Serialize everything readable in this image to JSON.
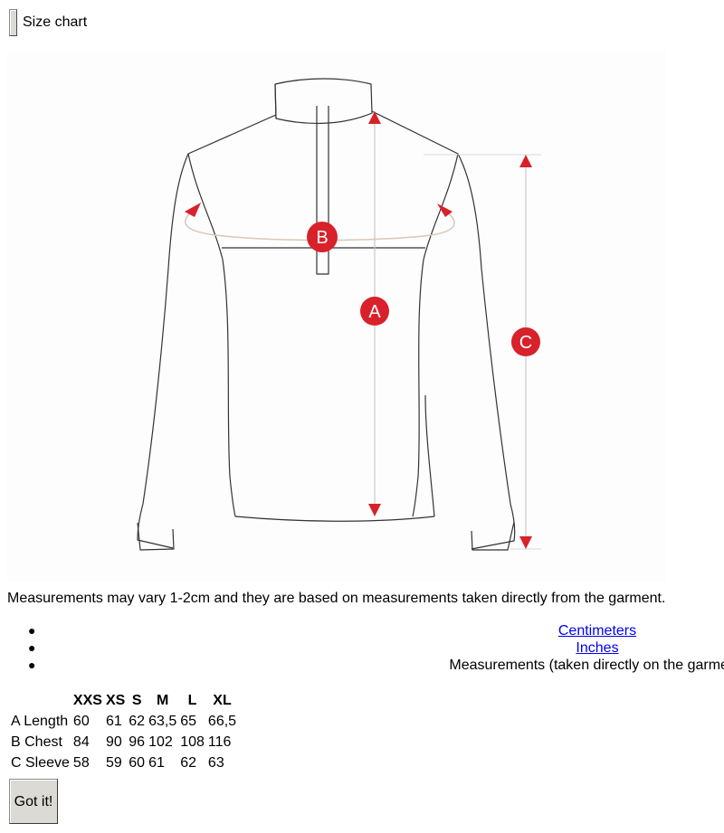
{
  "dialog": {
    "title": "Size chart",
    "close_label": "",
    "got_it_label": "Got it!"
  },
  "figure": {
    "labels": [
      "A",
      "B",
      "C"
    ],
    "accent_color": "#d8212b"
  },
  "note": "Measurements may vary 1-2cm and they are based on measurements taken directly from the garment.",
  "units": [
    {
      "label": "Centimeters",
      "link": true
    },
    {
      "label": "Inches",
      "link": true
    },
    {
      "label": "Measurements (taken directly on the garment)",
      "link": false
    }
  ],
  "size_table": {
    "headers": [
      "",
      "XXS",
      "XS",
      "S",
      "M",
      "L",
      "XL"
    ],
    "rows": [
      {
        "label": "A Length",
        "values": [
          "60",
          "61",
          "62",
          "63,5",
          "65",
          "66,5"
        ]
      },
      {
        "label": "B Chest",
        "values": [
          "84",
          "90",
          "96",
          "102",
          "108",
          "116"
        ]
      },
      {
        "label": "C Sleeve",
        "values": [
          "58",
          "59",
          "60",
          "61",
          "62",
          "63"
        ]
      }
    ]
  }
}
